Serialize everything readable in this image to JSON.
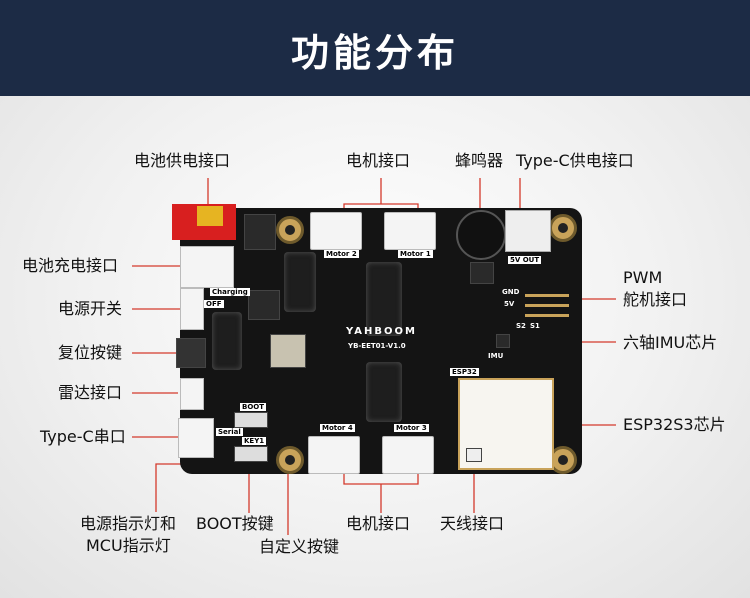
{
  "title": "功能分布",
  "labels": {
    "battery_power": "电池供电接口",
    "motor_top": "电机接口",
    "buzzer": "蜂鸣器",
    "typec_power": "Type-C供电接口",
    "battery_charge": "电池充电接口",
    "power_switch": "电源开关",
    "pwm_line1": "PWM",
    "pwm_line2": "舵机接口",
    "reset_button": "复位按键",
    "imu_chip": "六轴IMU芯片",
    "radar": "雷达接口",
    "esp32_chip": "ESP32S3芯片",
    "typec_serial": "Type-C串口",
    "indicator_line1": "电源指示灯和",
    "indicator_line2": "MCU指示灯",
    "boot_button": "BOOT按键",
    "custom_button": "自定义按键",
    "motor_bottom": "电机接口",
    "antenna": "天线接口"
  },
  "board": {
    "silk_motor1": "Motor 1",
    "silk_motor2": "Motor 2",
    "silk_motor3": "Motor 3",
    "silk_motor4": "Motor 4",
    "silk_5vout": "5V OUT",
    "silk_brand": "YAHBOOM",
    "silk_model": "YB-EET01-V1.0",
    "silk_esp32": "ESP32",
    "silk_imu": "IMU",
    "silk_boot": "BOOT",
    "silk_key1": "KEY1",
    "silk_serial": "Serial",
    "silk_charging": "Charging",
    "silk_off": "OFF",
    "silk_gnd": "GND",
    "silk_5v": "5V",
    "silk_s1": "S1",
    "silk_s2": "S2"
  },
  "colors": {
    "header_bg": "#1c2b45",
    "board": "#141414",
    "gold": "#c9a35a",
    "battery_connector": "#d81f1f"
  }
}
